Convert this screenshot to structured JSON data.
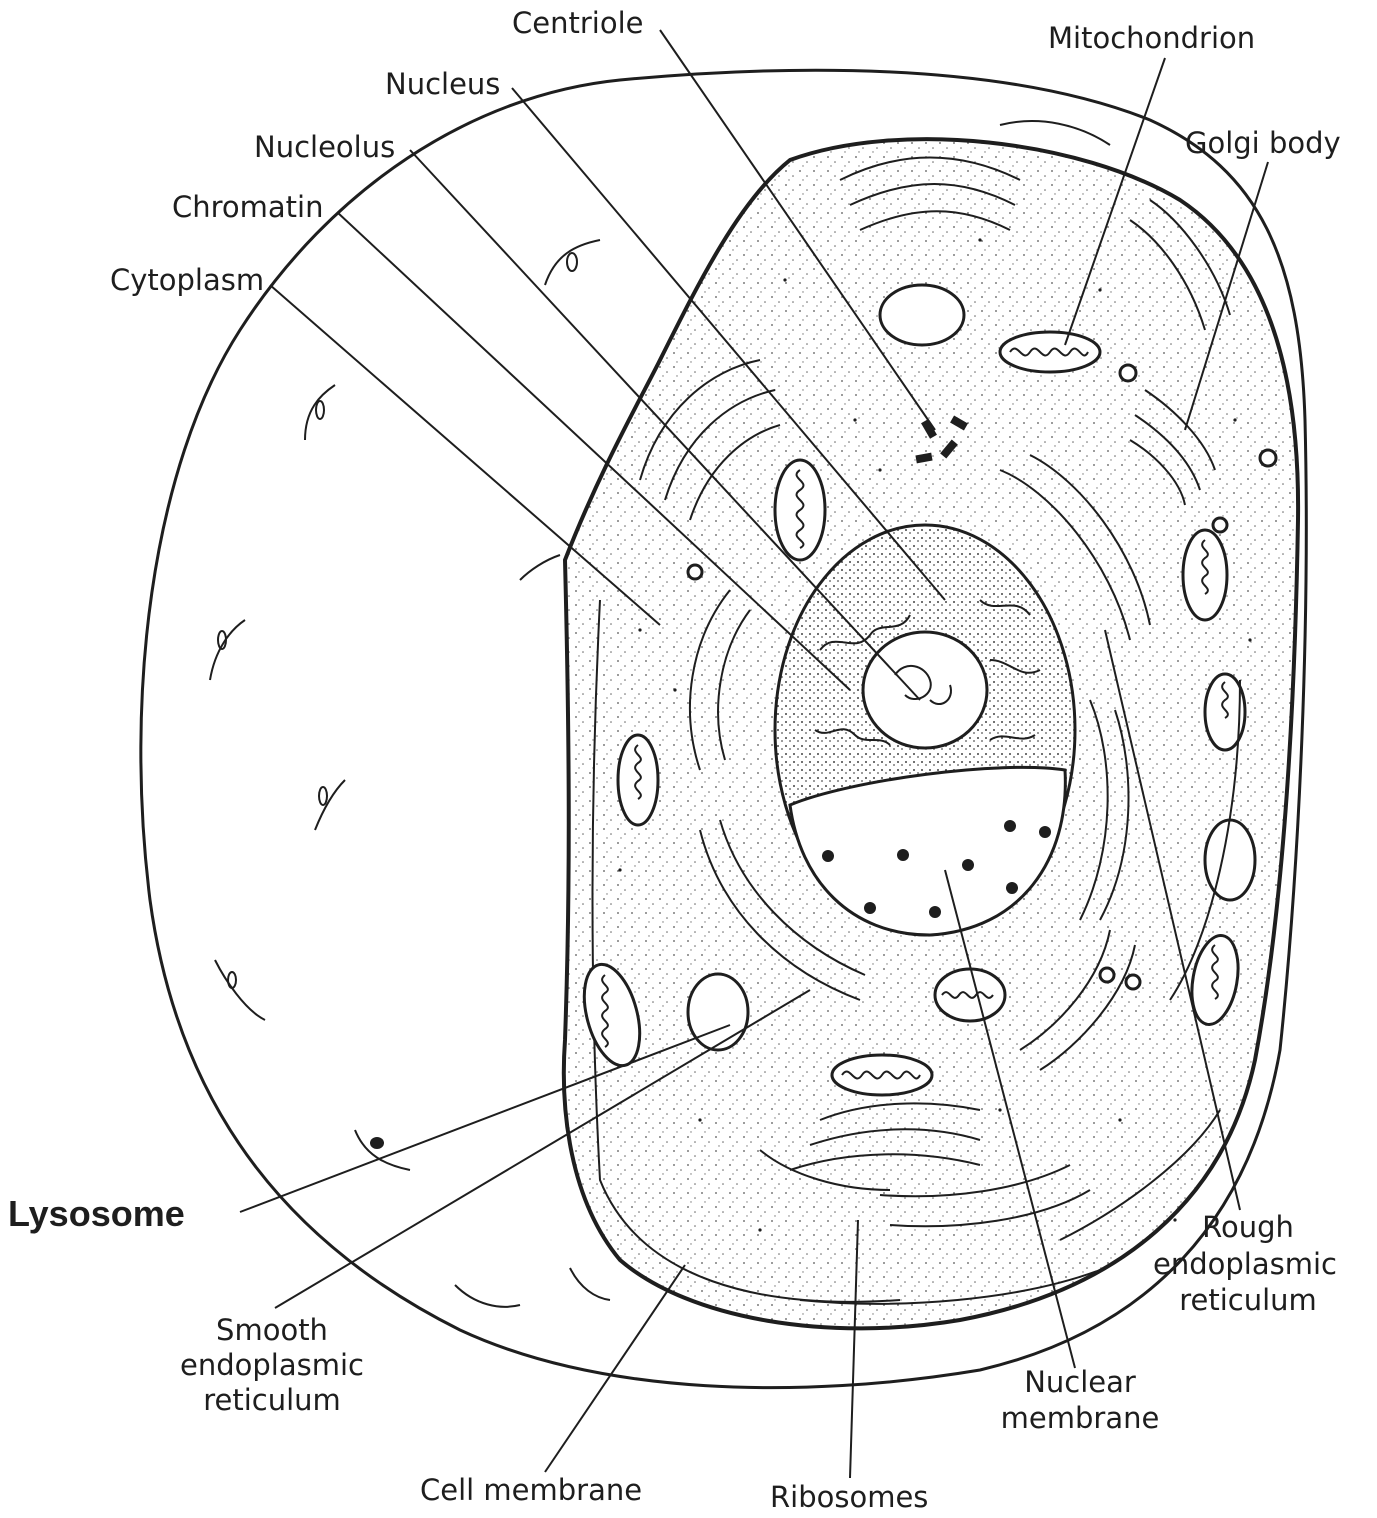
{
  "diagram": {
    "labels": {
      "centriole": "Centriole",
      "mitochondrion": "Mitochondrion",
      "nucleus": "Nucleus",
      "nucleolus": "Nucleolus",
      "golgi_body": "Golgi body",
      "chromatin": "Chromatin",
      "cytoplasm": "Cytoplasm",
      "lysosome": "Lysosome",
      "smooth_er": [
        "Smooth",
        "endoplasmic",
        "reticulum"
      ],
      "cell_membrane": "Cell membrane",
      "ribosomes": "Ribosomes",
      "nuclear_membrane": [
        "Nuclear",
        "membrane"
      ],
      "rough_er": [
        "Rough",
        "endoplasmic",
        "reticulum"
      ]
    }
  }
}
